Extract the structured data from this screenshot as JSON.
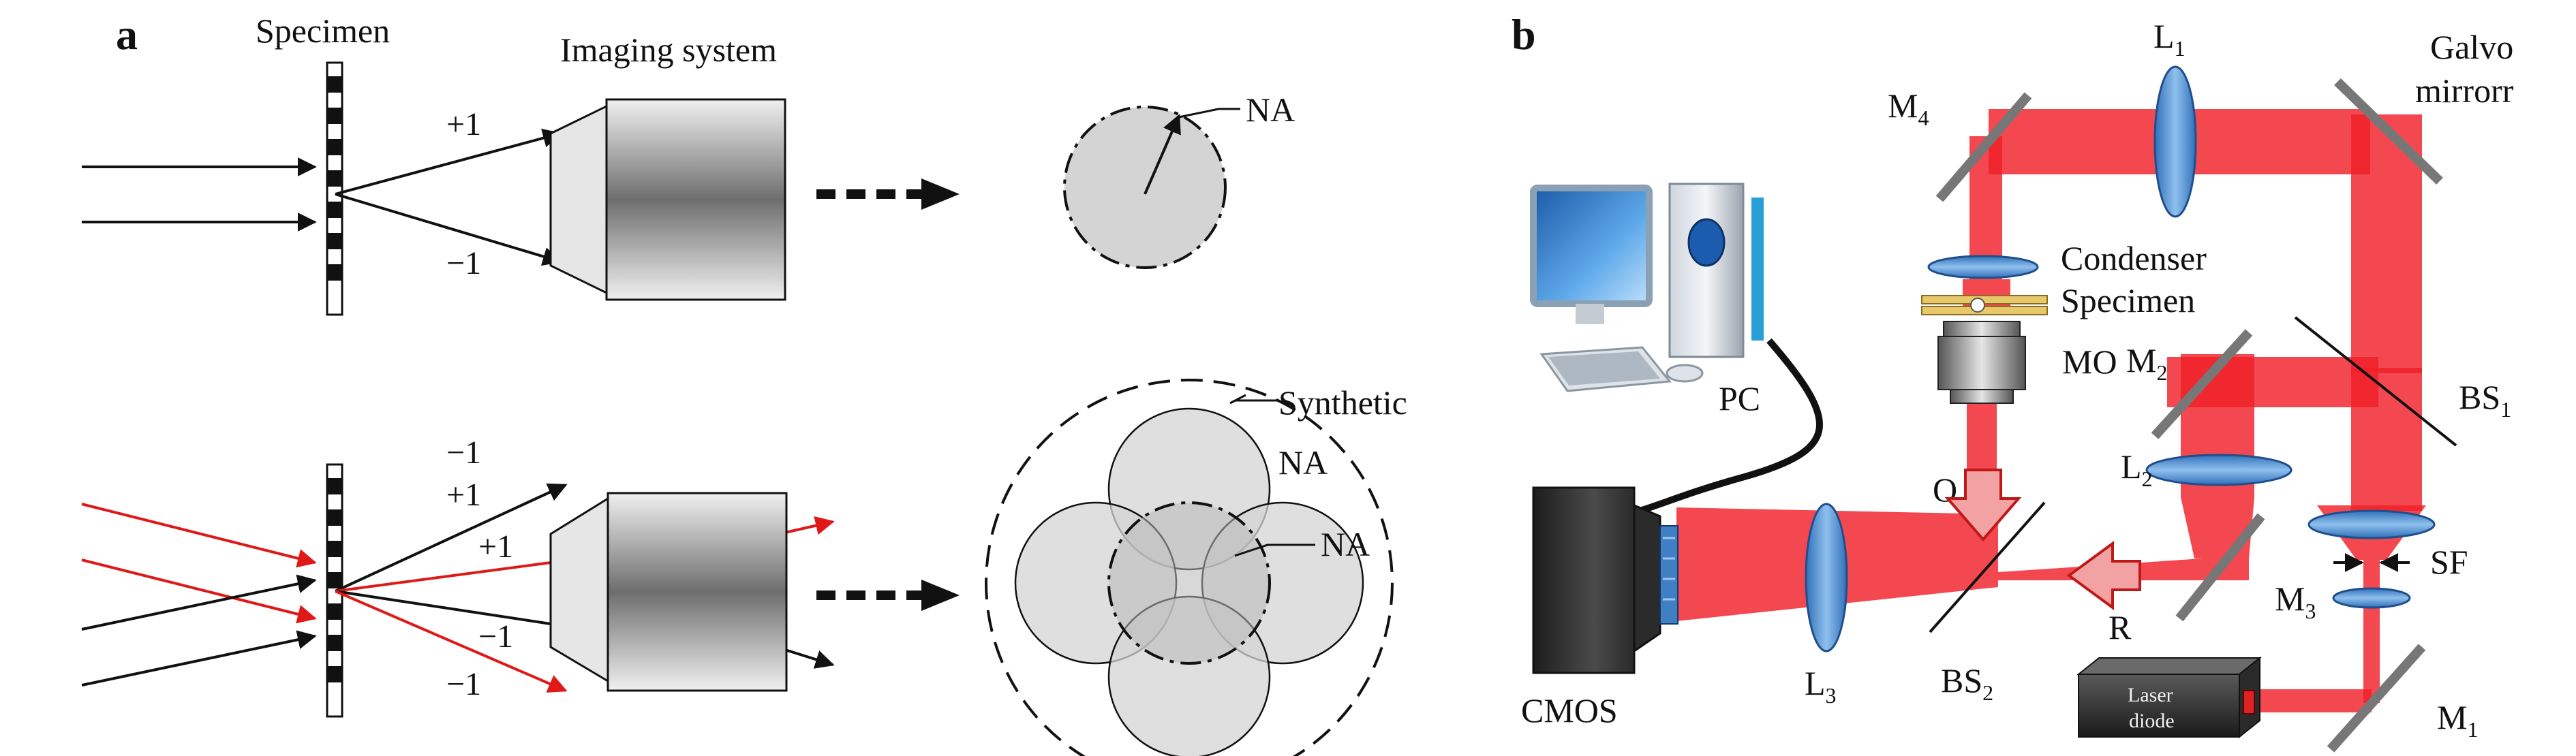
{
  "panel_a": {
    "letter": "a",
    "specimen": "Specimen",
    "imaging_system": "Imaging system",
    "top_plus1": "+1",
    "top_minus1": "−1",
    "na": "NA",
    "bot_minus1_a": "−1",
    "bot_plus1_a": "+1",
    "bot_plus1_b": "+1",
    "bot_minus1_b": "−1",
    "bot_minus1_c": "−1",
    "synthetic": "Synthetic",
    "synthetic_na": "NA",
    "inner_na": "NA"
  },
  "panel_b": {
    "letter": "b",
    "m4": "M",
    "m4_sub": "4",
    "l1": "L",
    "l1_sub": "1",
    "galvo_1": "Galvo",
    "galvo_2": "mirrorr",
    "condenser": "Condenser",
    "specimen": "Specimen",
    "mo": "MO",
    "m2": "M",
    "m2_sub": "2",
    "bs1": "BS",
    "bs1_sub": "1",
    "pc": "PC",
    "o": "O",
    "l2": "L",
    "l2_sub": "2",
    "sf": "SF",
    "m3": "M",
    "m3_sub": "3",
    "r": "R",
    "cmos": "CMOS",
    "l3": "L",
    "l3_sub": "3",
    "bs2": "BS",
    "bs2_sub": "2",
    "laser_1": "Laser",
    "laser_2": "diode",
    "m1": "M",
    "m1_sub": "1"
  },
  "colors": {
    "beam": "#f0202a",
    "lens": "#4a86c8",
    "disk": "#d4d4d4",
    "arrow_red": "#e01818"
  }
}
